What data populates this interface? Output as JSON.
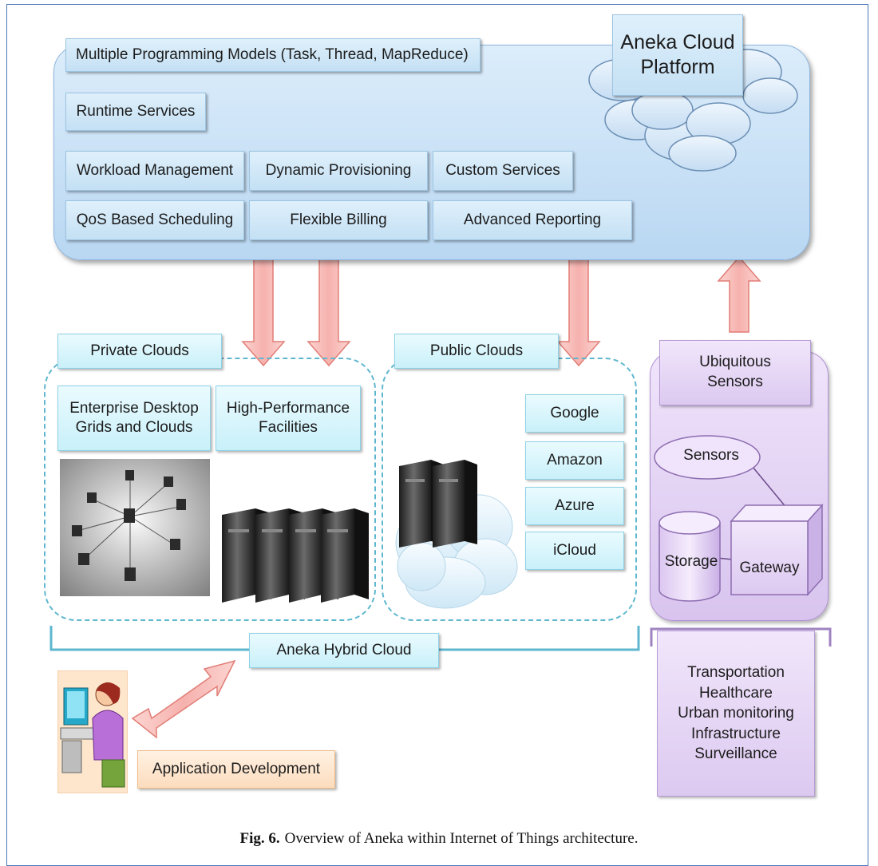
{
  "platform": {
    "title": "Aneka Cloud\nPlatform",
    "programming_models": "Multiple Programming Models (Task, Thread, MapReduce)",
    "runtime_services": "Runtime Services",
    "workload_management": "Workload Management",
    "dynamic_provisioning": "Dynamic Provisioning",
    "custom_services": "Custom Services",
    "qos_scheduling": "QoS Based Scheduling",
    "flexible_billing": "Flexible Billing",
    "advanced_reporting": "Advanced Reporting"
  },
  "private_clouds": {
    "title": "Private Clouds",
    "enterprise": "Enterprise Desktop\nGrids and Clouds",
    "hpc": "High-Performance\nFacilities"
  },
  "public_clouds": {
    "title": "Public Clouds",
    "providers": [
      "Google",
      "Amazon",
      "Azure",
      "iCloud"
    ]
  },
  "hybrid_cloud": "Aneka Hybrid Cloud",
  "iot": {
    "ubiquitous_sensors": "Ubiquitous\nSensors",
    "sensors": "Sensors",
    "storage": "Storage",
    "gateway": "Gateway",
    "applications": "Transportation\nHealthcare\nUrban monitoring\nInfrastructure\nSurveillance"
  },
  "application_development": "Application Development",
  "caption": {
    "label": "Fig. 6.",
    "text": "Overview of Aneka within Internet of Things architecture."
  },
  "colors": {
    "platform_blue": "#c4e0f4",
    "cloud_box_cyan": "#c9f0f9",
    "iot_purple": "#dcc9f0",
    "app_orange": "#fcdcbd",
    "arrow_pink": "#f6b1ad",
    "dashed_border": "#5fb7cf"
  }
}
